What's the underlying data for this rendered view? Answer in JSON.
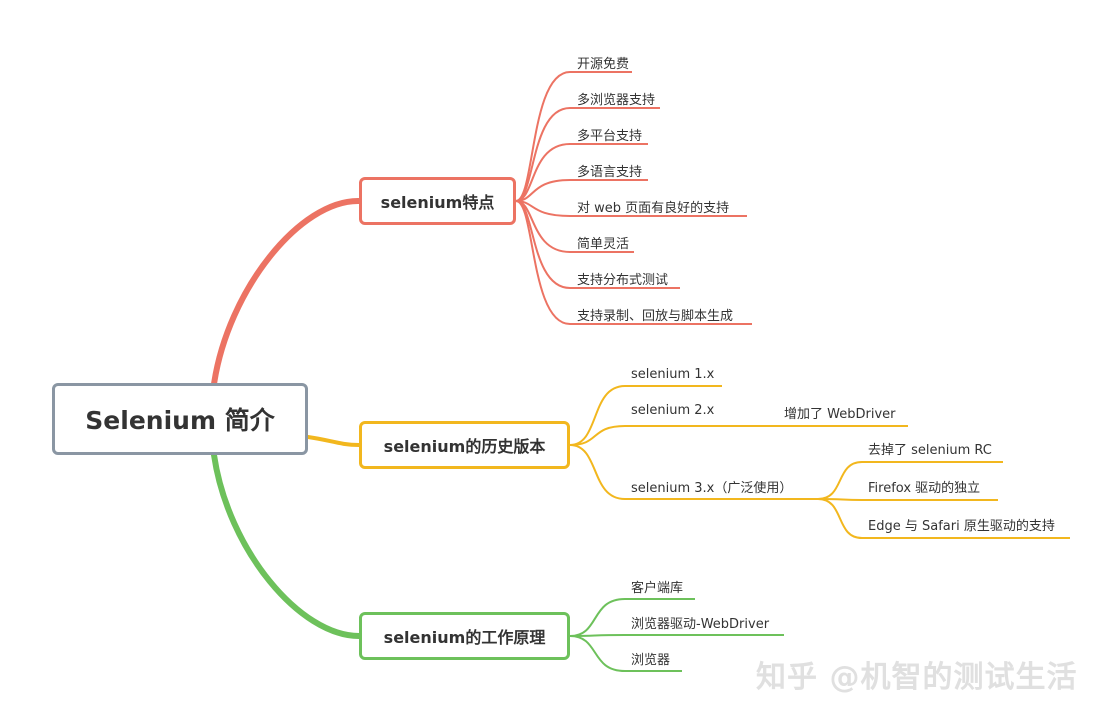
{
  "root": {
    "label": "Selenium 简介"
  },
  "branches": [
    {
      "label": "selenium特点",
      "color": "#ec7363",
      "items": [
        "开源免费",
        "多浏览器支持",
        "多平台支持",
        "多语言支持",
        "对 web 页面有良好的支持",
        "简单灵活",
        "支持分布式测试",
        "支持录制、回放与脚本生成"
      ]
    },
    {
      "label": "selenium的历史版本",
      "color": "#f2b71e",
      "items": [
        {
          "label": "selenium 1.x",
          "children": []
        },
        {
          "label": "selenium 2.x",
          "children": [
            "增加了 WebDriver"
          ]
        },
        {
          "label": "selenium 3.x（广泛使用）",
          "children": [
            "去掉了 selenium RC",
            "Firefox 驱动的独立",
            "Edge 与 Safari 原生驱动的支持"
          ]
        }
      ]
    },
    {
      "label": "selenium的工作原理",
      "color": "#6dc15b",
      "items": [
        "客户端库",
        "浏览器驱动-WebDriver",
        "浏览器"
      ]
    }
  ],
  "watermark": "知乎 @机智的测试生活"
}
